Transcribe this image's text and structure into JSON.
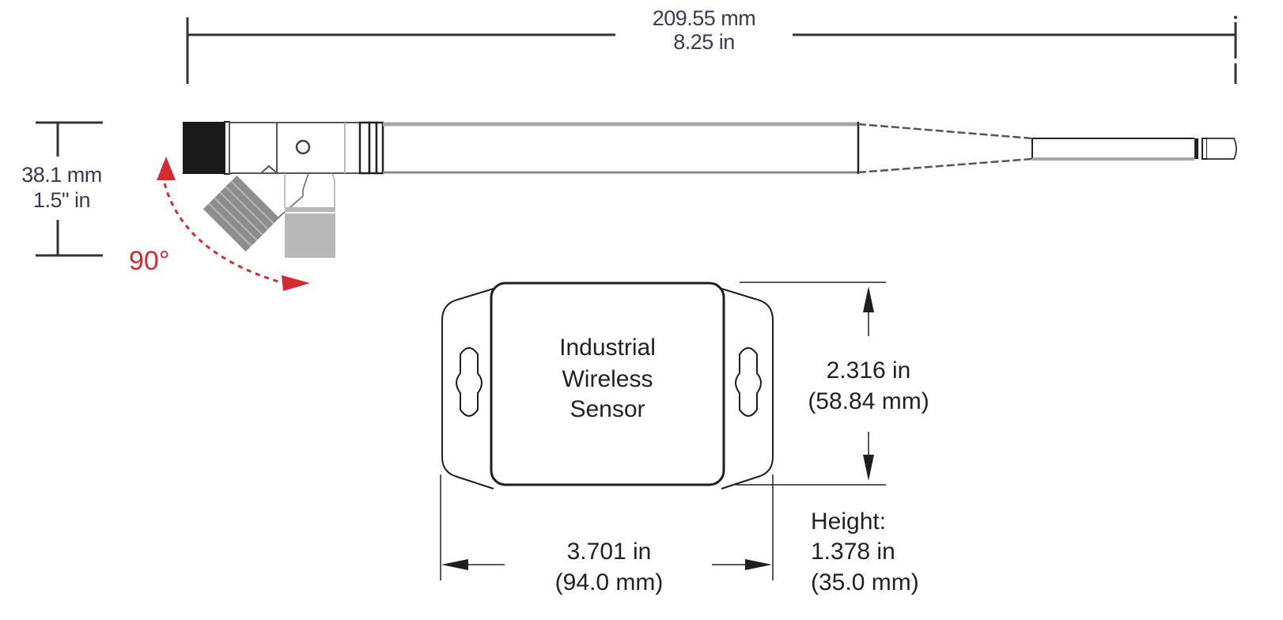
{
  "antenna": {
    "length": {
      "mm": "209.55 mm",
      "in": "8.25 in"
    },
    "connector_height": {
      "mm": "38.1 mm",
      "in": "1.5\" in"
    },
    "rotation": "90°"
  },
  "sensor": {
    "name_lines": [
      "Industrial",
      "Wireless",
      "Sensor"
    ],
    "height_dim": {
      "in": "2.316 in",
      "mm": "(58.84 mm)"
    },
    "width_dim": {
      "in": "3.701 in",
      "mm": "(94.0 mm)"
    },
    "depth_dim": {
      "label": "Height:",
      "in": "1.378 in",
      "mm": "(35.0 mm)"
    }
  },
  "colors": {
    "line": "#1e1e1e",
    "gray": "#a8a8a8",
    "dark_cap": "#1a1a1a",
    "accent_red": "#d42a30"
  }
}
